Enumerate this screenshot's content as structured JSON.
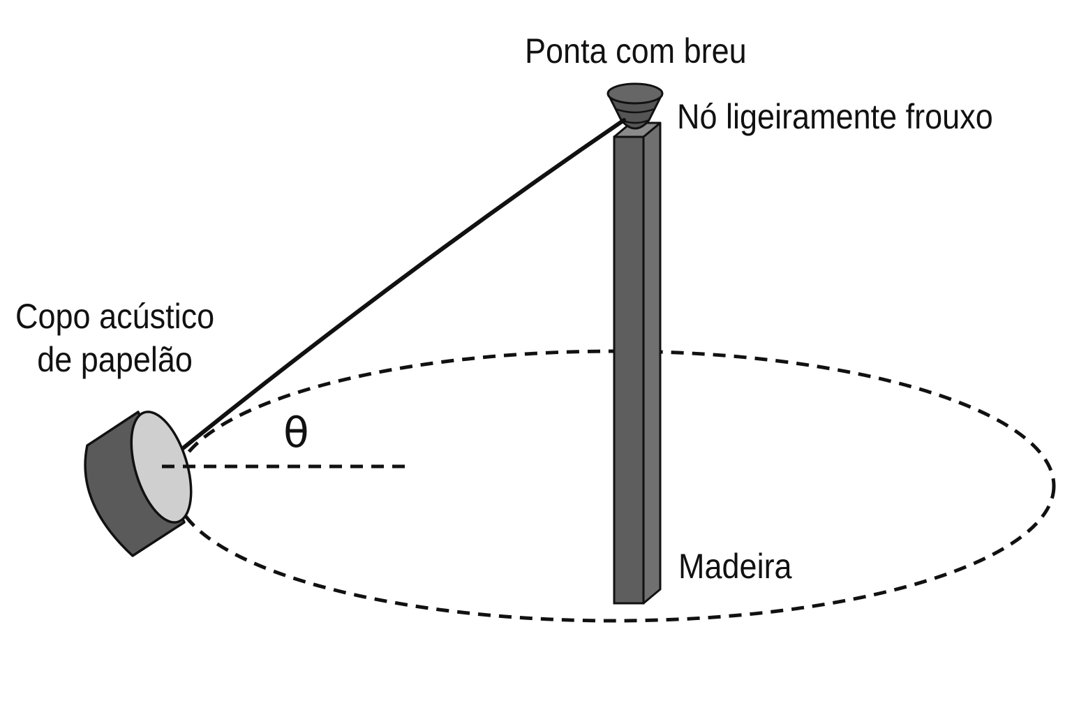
{
  "diagram": {
    "labels": {
      "ponta": "Ponta com breu",
      "no": "Nó ligeiramente frouxo",
      "copo_line1": "Copo acústico",
      "copo_line2": "de papelão",
      "madeira": "Madeira",
      "angle": "θ"
    },
    "colors": {
      "ink": "#111111",
      "wood": "#5e5e5e",
      "wood_side": "#707070",
      "cup_body": "#5a5a5a",
      "cup_mouth": "#cfcfcf",
      "rosin_tip": "#555555"
    }
  }
}
